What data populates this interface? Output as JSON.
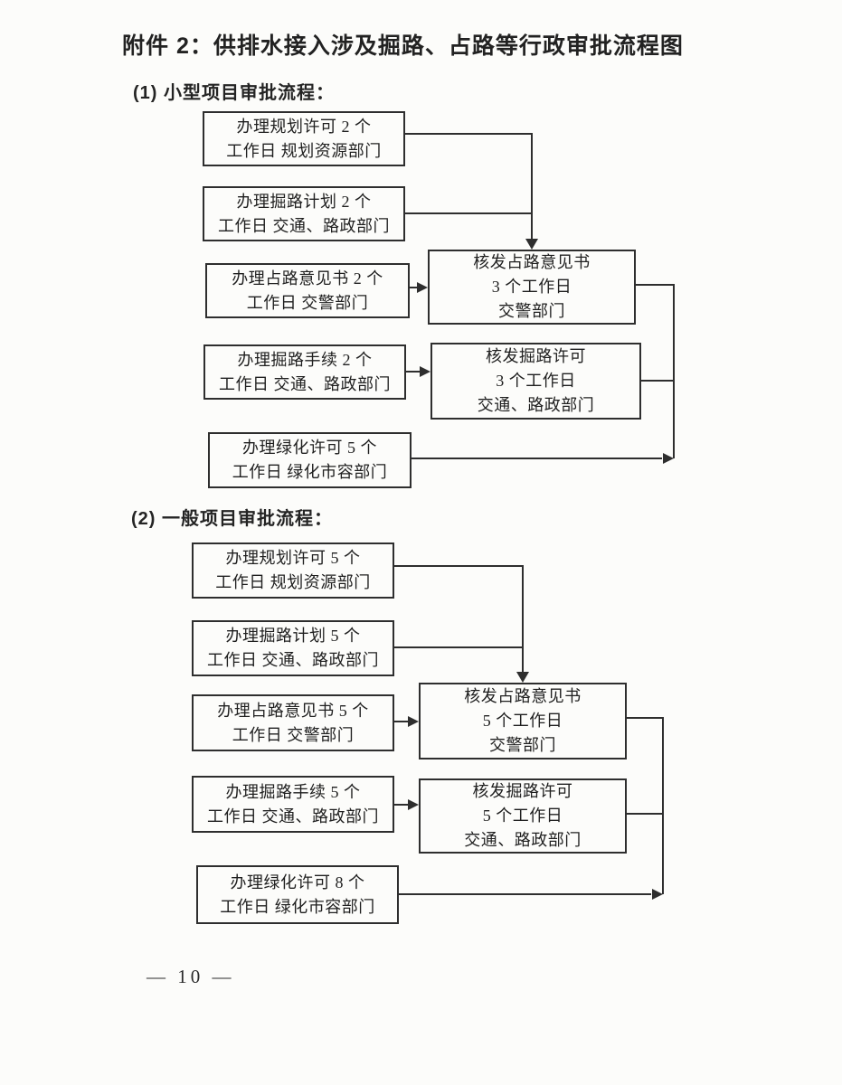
{
  "colors": {
    "ink": "#2e2e2e",
    "paper": "#fcfcfa"
  },
  "document": {
    "title": "附件 2：供排水接入涉及掘路、占路等行政审批流程图",
    "page_number": "— 10 —"
  },
  "flow_small": {
    "heading": "(1) 小型项目审批流程：",
    "boxes": {
      "planning_permit": {
        "line1": "办理规划许可 2 个",
        "line2": "工作日 规划资源部门"
      },
      "dig_plan": {
        "line1": "办理掘路计划 2 个",
        "line2": "工作日 交通、路政部门"
      },
      "occupy_opinion": {
        "line1": "办理占路意见书 2 个",
        "line2": "工作日 交警部门"
      },
      "issue_occupy_opinion": {
        "line1": "核发占路意见书",
        "line2": "3 个工作日",
        "line3": "交警部门"
      },
      "dig_procedure": {
        "line1": "办理掘路手续 2 个",
        "line2": "工作日 交通、路政部门"
      },
      "issue_dig_permit": {
        "line1": "核发掘路许可",
        "line2": "3 个工作日",
        "line3": "交通、路政部门"
      },
      "greening_permit": {
        "line1": "办理绿化许可 5 个",
        "line2": "工作日 绿化市容部门"
      }
    }
  },
  "flow_general": {
    "heading": "(2) 一般项目审批流程：",
    "boxes": {
      "planning_permit": {
        "line1": "办理规划许可 5 个",
        "line2": "工作日 规划资源部门"
      },
      "dig_plan": {
        "line1": "办理掘路计划 5 个",
        "line2": "工作日 交通、路政部门"
      },
      "occupy_opinion": {
        "line1": "办理占路意见书 5 个",
        "line2": "工作日 交警部门"
      },
      "issue_occupy_opinion": {
        "line1": "核发占路意见书",
        "line2": "5 个工作日",
        "line3": "交警部门"
      },
      "dig_procedure": {
        "line1": "办理掘路手续 5 个",
        "line2": "工作日 交通、路政部门"
      },
      "issue_dig_permit": {
        "line1": "核发掘路许可",
        "line2": "5 个工作日",
        "line3": "交通、路政部门"
      },
      "greening_permit": {
        "line1": "办理绿化许可 8 个",
        "line2": "工作日 绿化市容部门"
      }
    }
  }
}
